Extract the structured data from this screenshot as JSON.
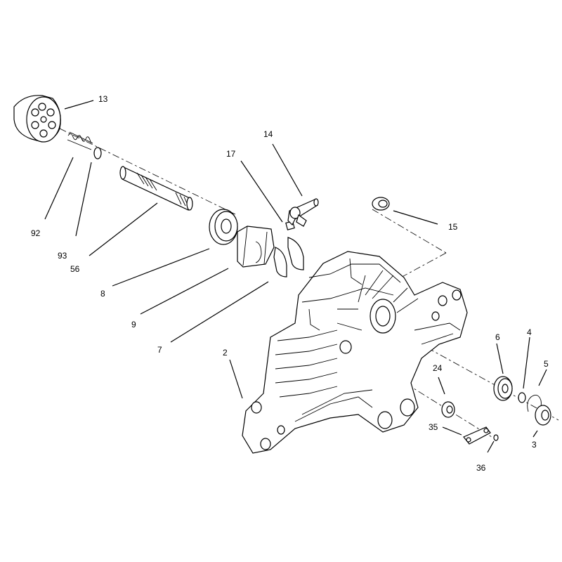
{
  "callouts": {
    "c13": "13",
    "c14": "14",
    "c17": "17",
    "c15": "15",
    "c92": "92",
    "c93": "93",
    "c56": "56",
    "c8": "8",
    "c9": "9",
    "c7": "7",
    "c2": "2",
    "c6": "6",
    "c4": "4",
    "c5": "5",
    "c24": "24",
    "c35": "35",
    "c3": "3",
    "c36": "36"
  }
}
